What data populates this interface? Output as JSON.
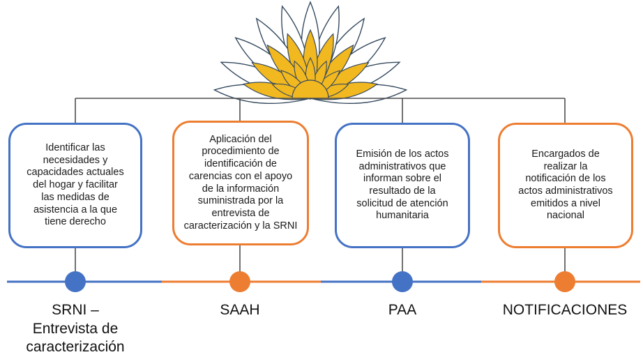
{
  "colors": {
    "blue": "#4472c4",
    "orange": "#ed7d31",
    "connector": "#4d4d4d",
    "mandala_fill": "#f2b81f",
    "mandala_line": "#34495e"
  },
  "steps": [
    {
      "color": "blue",
      "card_text": "Identificar las\nnecesidades y\ncapacidades actuales\ndel hogar y facilitar\nlas medidas de\nasistencia a la que\ntiene derecho",
      "label": "SRNI –\nEntrevista de\ncaracterización"
    },
    {
      "color": "orange",
      "card_text": "Aplicación del\nprocedimiento de\nidentificación de\ncarencias con el apoyo\nde la información\nsuministrada por la\nentrevista de\ncaracterización y la SRNI",
      "label": "SAAH"
    },
    {
      "color": "blue",
      "card_text": "Emisión de  los actos\nadministrativos que\ninforman sobre el\nresultado de la\nsolicitud de atención\nhumanitaria",
      "label": "PAA"
    },
    {
      "color": "orange",
      "card_text": "Encargados de\nrealizar la\nnotificación de los\nactos administrativos\nemitidos a nivel\nnacional",
      "label": "NOTIFICACIONES"
    }
  ]
}
